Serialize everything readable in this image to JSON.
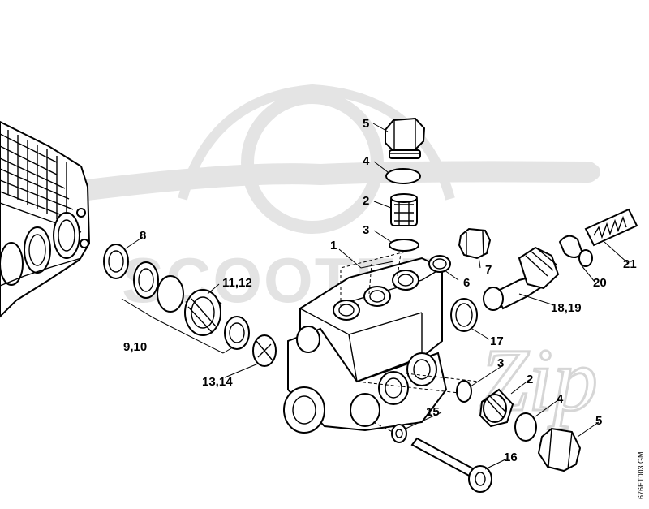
{
  "diagram": {
    "drawing_code": "676ET003 GM",
    "watermark": "SCOOTER",
    "labels": {
      "l1": "1",
      "l2a": "2",
      "l2b": "2",
      "l3a": "3",
      "l3b": "3",
      "l4a": "4",
      "l4b": "4",
      "l5a": "5",
      "l5b": "5",
      "l6": "6",
      "l7": "7",
      "l8": "8",
      "l9_10": "9,10",
      "l11_12": "11,12",
      "l13_14": "13,14",
      "l15": "15",
      "l16": "16",
      "l17": "17",
      "l18_19": "18,19",
      "l20": "20",
      "l21": "21"
    }
  }
}
